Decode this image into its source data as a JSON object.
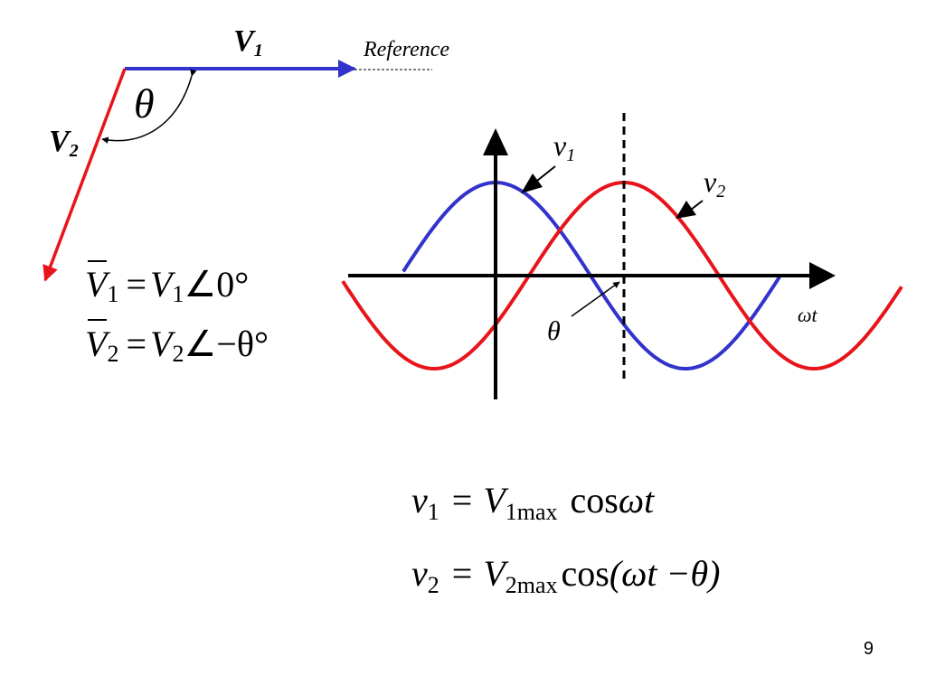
{
  "phasor_diagram": {
    "v1_label": "V",
    "v1_sub": "1",
    "v2_label": "V",
    "v2_sub": "2",
    "reference_label": "Reference",
    "angle_label": "θ"
  },
  "phasor_equations": {
    "eq1": {
      "lhs": "V",
      "lhs_sub": "1",
      "eq": "=",
      "rhs": "V",
      "rhs_sub": "1",
      "angle": "∠0°"
    },
    "eq2": {
      "lhs": "V",
      "lhs_sub": "2",
      "eq": "=",
      "rhs": "V",
      "rhs_sub": "2",
      "angle": "∠−θ°"
    }
  },
  "waveform": {
    "v1_label": "v",
    "v1_sub": "1",
    "v2_label": "v",
    "v2_sub": "2",
    "theta_label": "θ",
    "axis_label": "ωt",
    "colors": {
      "v1": "#3333cc",
      "v2": "#e8141b"
    }
  },
  "time_equations": {
    "eq1": {
      "lhs": "v",
      "lhs_sub": "1",
      "eq": "=",
      "amp": "V",
      "amp_sub": "1max",
      "fn": "cos",
      "arg": "ωt"
    },
    "eq2": {
      "lhs": "v",
      "lhs_sub": "2",
      "eq": "=",
      "amp": "V",
      "amp_sub": "2max",
      "fn": "cos",
      "arg": "(ωt −θ)"
    }
  },
  "page_number": "9"
}
